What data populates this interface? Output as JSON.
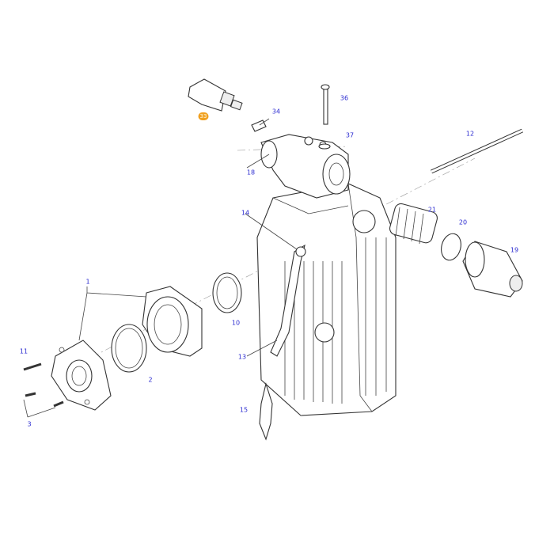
{
  "diagram": {
    "title": "Exploded parts diagram - hydraulic valve housing",
    "highlight_color": "#f0a020",
    "label_color": "#2a2ad0",
    "highlighted_part": "33",
    "labels": {
      "p1": "1",
      "p2": "2",
      "p3": "3",
      "p10": "10",
      "p11": "11",
      "p12": "12",
      "p13": "13",
      "p14": "14",
      "p15": "15",
      "p18": "18",
      "p19": "19",
      "p20": "20",
      "p21": "21",
      "p33": "33",
      "p34": "34",
      "p36": "36",
      "p37": "37"
    }
  }
}
